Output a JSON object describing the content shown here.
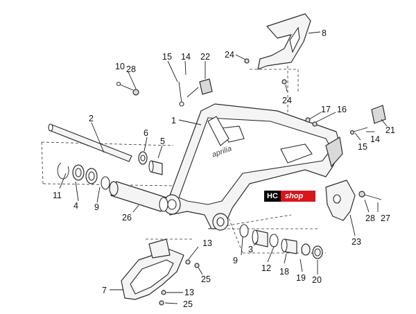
{
  "diagram": {
    "callouts": [
      "1",
      "2",
      "3",
      "4",
      "5",
      "6",
      "7",
      "8",
      "9",
      "9",
      "10",
      "11",
      "12",
      "13",
      "13",
      "14",
      "14",
      "15",
      "15",
      "16",
      "17",
      "18",
      "19",
      "20",
      "21",
      "22",
      "23",
      "24",
      "24",
      "25",
      "25",
      "26",
      "27",
      "28",
      "28"
    ],
    "brand_mark": "aprilia",
    "watermark": {
      "left": "HC",
      "right": "shop"
    },
    "colors": {
      "line": "#2b2b2b",
      "badge_red": "#d8161b",
      "badge_black": "#000000"
    }
  }
}
